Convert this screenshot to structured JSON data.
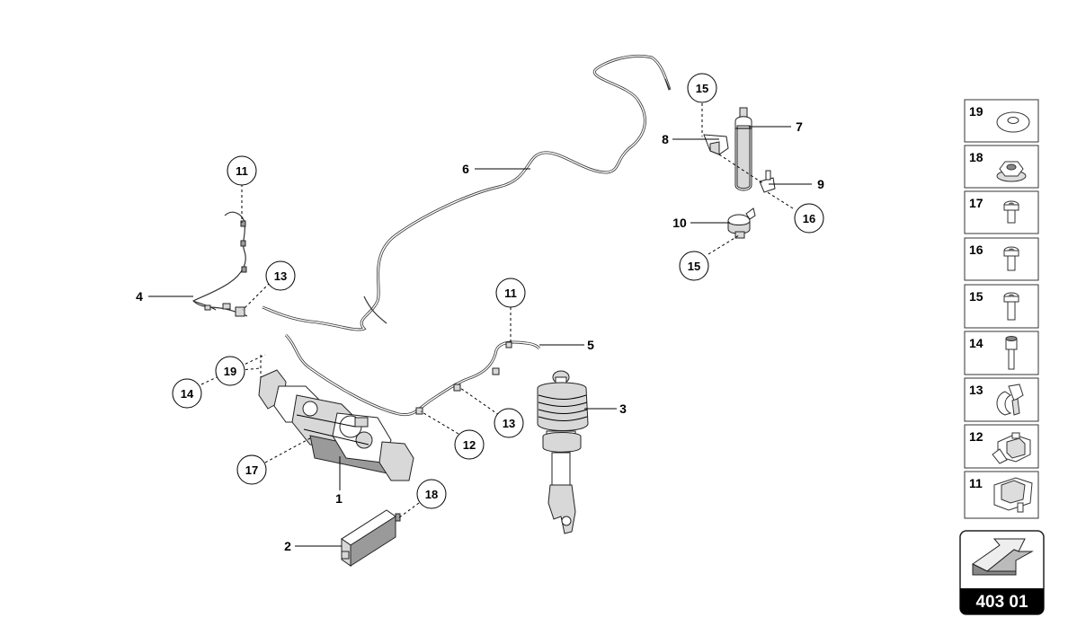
{
  "diagram": {
    "part_labels": [
      {
        "id": "1",
        "text": "1"
      },
      {
        "id": "2",
        "text": "2"
      },
      {
        "id": "3",
        "text": "3"
      },
      {
        "id": "4",
        "text": "4"
      },
      {
        "id": "5",
        "text": "5"
      },
      {
        "id": "6",
        "text": "6"
      },
      {
        "id": "7",
        "text": "7"
      },
      {
        "id": "8",
        "text": "8"
      },
      {
        "id": "9",
        "text": "9"
      },
      {
        "id": "10",
        "text": "10"
      }
    ],
    "callouts": [
      {
        "id": "11a",
        "text": "11"
      },
      {
        "id": "11b",
        "text": "11"
      },
      {
        "id": "12",
        "text": "12"
      },
      {
        "id": "13a",
        "text": "13"
      },
      {
        "id": "13b",
        "text": "13"
      },
      {
        "id": "14",
        "text": "14"
      },
      {
        "id": "15a",
        "text": "15"
      },
      {
        "id": "15b",
        "text": "15"
      },
      {
        "id": "16",
        "text": "16"
      },
      {
        "id": "17",
        "text": "17"
      },
      {
        "id": "18",
        "text": "18"
      },
      {
        "id": "19",
        "text": "19"
      }
    ]
  },
  "legend": {
    "items": [
      {
        "number": "19",
        "icon": "washer-icon"
      },
      {
        "number": "18",
        "icon": "hex-nut-icon"
      },
      {
        "number": "17",
        "icon": "bolt-icon"
      },
      {
        "number": "16",
        "icon": "bolt-icon"
      },
      {
        "number": "15",
        "icon": "bolt-icon"
      },
      {
        "number": "14",
        "icon": "socket-bolt-icon"
      },
      {
        "number": "13",
        "icon": "clip-icon"
      },
      {
        "number": "12",
        "icon": "bracket-clip-icon"
      },
      {
        "number": "11",
        "icon": "grommet-icon"
      }
    ]
  },
  "reference": {
    "code": "403 01",
    "icon": "arrow-icon"
  }
}
